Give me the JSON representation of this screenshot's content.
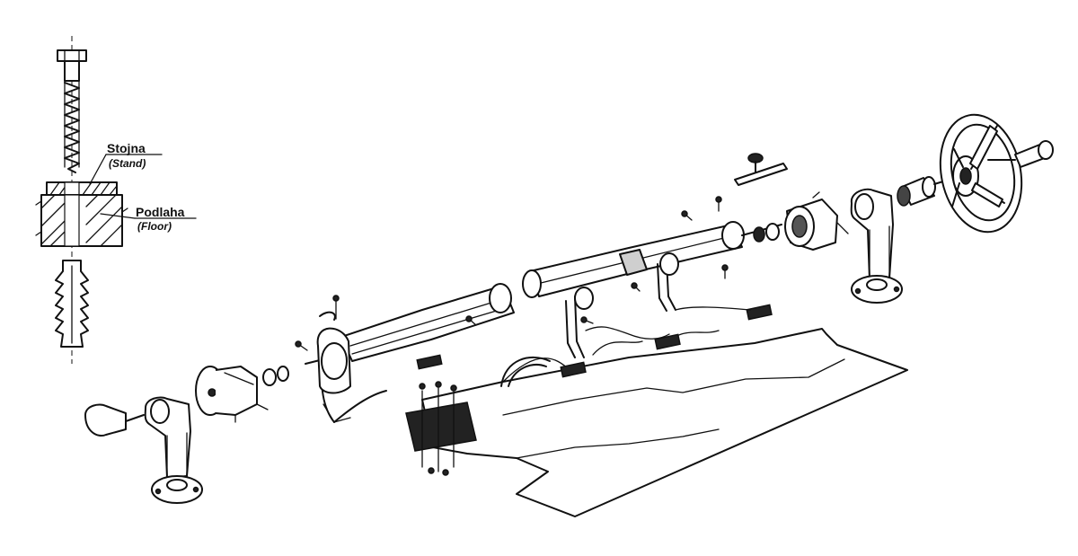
{
  "labels": {
    "stand": "Stojna",
    "stand_en": "(Stand)",
    "floor": "Podlaha",
    "floor_en": "(Floor)"
  }
}
